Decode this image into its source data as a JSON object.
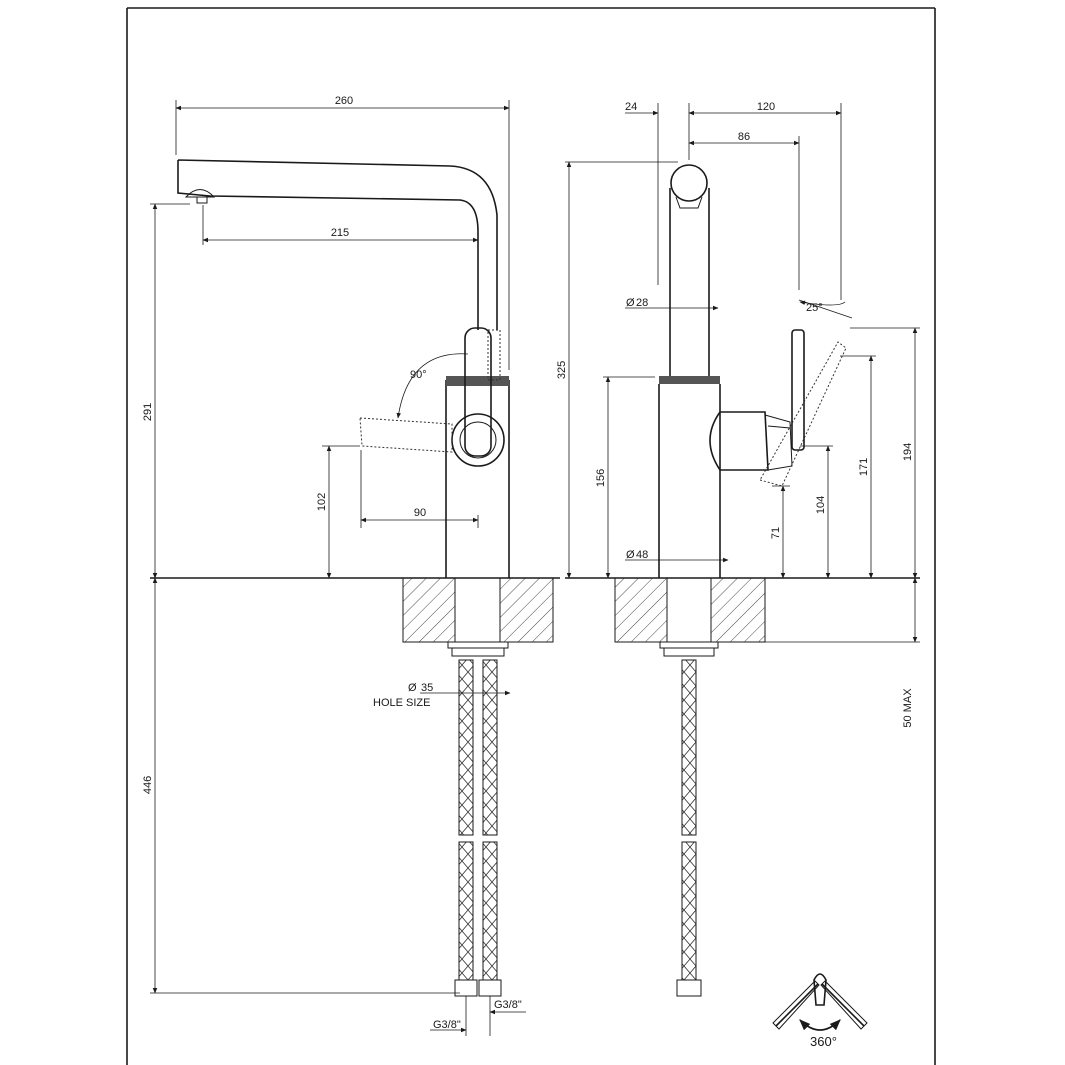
{
  "front_view": {
    "dim_spout_length": "260",
    "dim_spout_reach": "215",
    "dim_lever_rotation": "90°",
    "dim_total_height": "291",
    "dim_lever_height": "102",
    "dim_lever_reach": "90",
    "dim_below_deck": "446",
    "hole_diameter": "35",
    "hole_label": "HOLE SIZE",
    "connection_left": "G3/8\"",
    "connection_right": "G3/8\""
  },
  "side_view": {
    "dim_offset": "24",
    "dim_depth_120": "120",
    "dim_depth_86": "86",
    "dim_spout_diameter": "28",
    "dim_lever_tilt": "25°",
    "dim_height_325": "325",
    "dim_height_156": "156",
    "dim_height_194": "194",
    "dim_height_171": "171",
    "dim_height_104": "104",
    "dim_height_71": "71",
    "dim_body_diameter": "48",
    "dim_deck_thickness": "50 MAX"
  },
  "swivel": {
    "label": "360°"
  }
}
